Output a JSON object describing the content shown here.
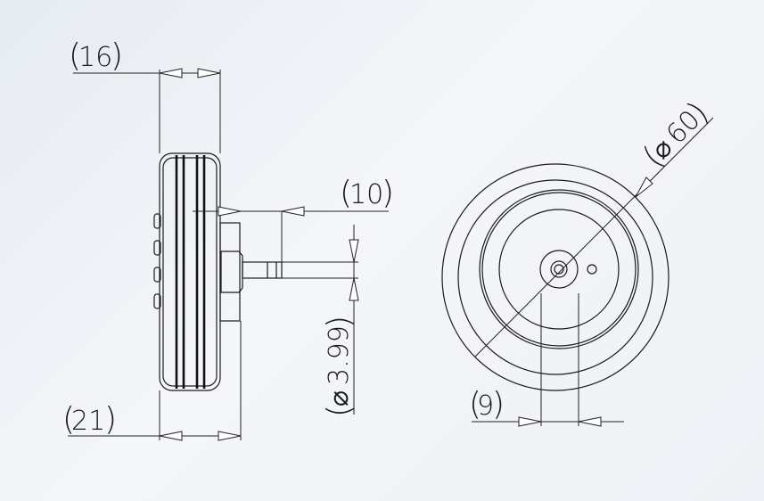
{
  "dimensions": {
    "side_width_top": {
      "value": "16"
    },
    "side_width_bottom": {
      "value": "21"
    },
    "axle_length": {
      "value": "10"
    },
    "axle_diameter": {
      "symbol": "⌀",
      "value": "3.99"
    },
    "wheel_diameter": {
      "symbol": "⌀",
      "value": "60"
    },
    "hub_offset": {
      "value": "9"
    }
  }
}
